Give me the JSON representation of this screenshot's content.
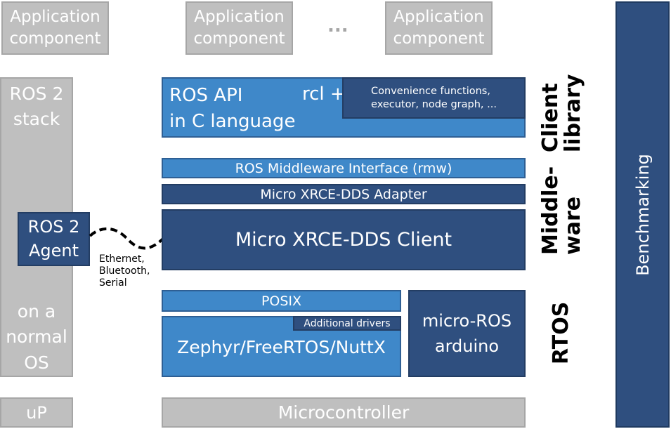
{
  "app_components": [
    "Application\ncomponent",
    "Application\ncomponent",
    "Application\ncomponent"
  ],
  "app_ellipsis": "...",
  "ros2": {
    "stack": "ROS 2\nstack",
    "agent": "ROS 2\nAgent",
    "on_os": "on a\nnormal\nOS",
    "up": "uP"
  },
  "link_label": "Ethernet,\nBluetooth,\nSerial",
  "client_library": {
    "ros_api": "ROS API\nin C language",
    "rcl": "rcl + rclc:",
    "conv": "Convenience functions,\nexecutor, node graph, ..."
  },
  "middleware": {
    "rmw": "ROS Middleware Interface (rmw)",
    "adapter": "Micro XRCE-DDS Adapter",
    "client": "Micro XRCE-DDS Client"
  },
  "rtos": {
    "posix": "POSIX",
    "drivers": "Additional drivers",
    "kernels": "Zephyr/FreeRTOS/NuttX",
    "arduino": "micro-ROS\narduino"
  },
  "microcontroller": "Microcontroller",
  "side_labels": {
    "client_library": "Client\nlibrary",
    "middleware": "Middle-\nware",
    "rtos": "RTOS"
  },
  "benchmarking": "Benchmarking"
}
